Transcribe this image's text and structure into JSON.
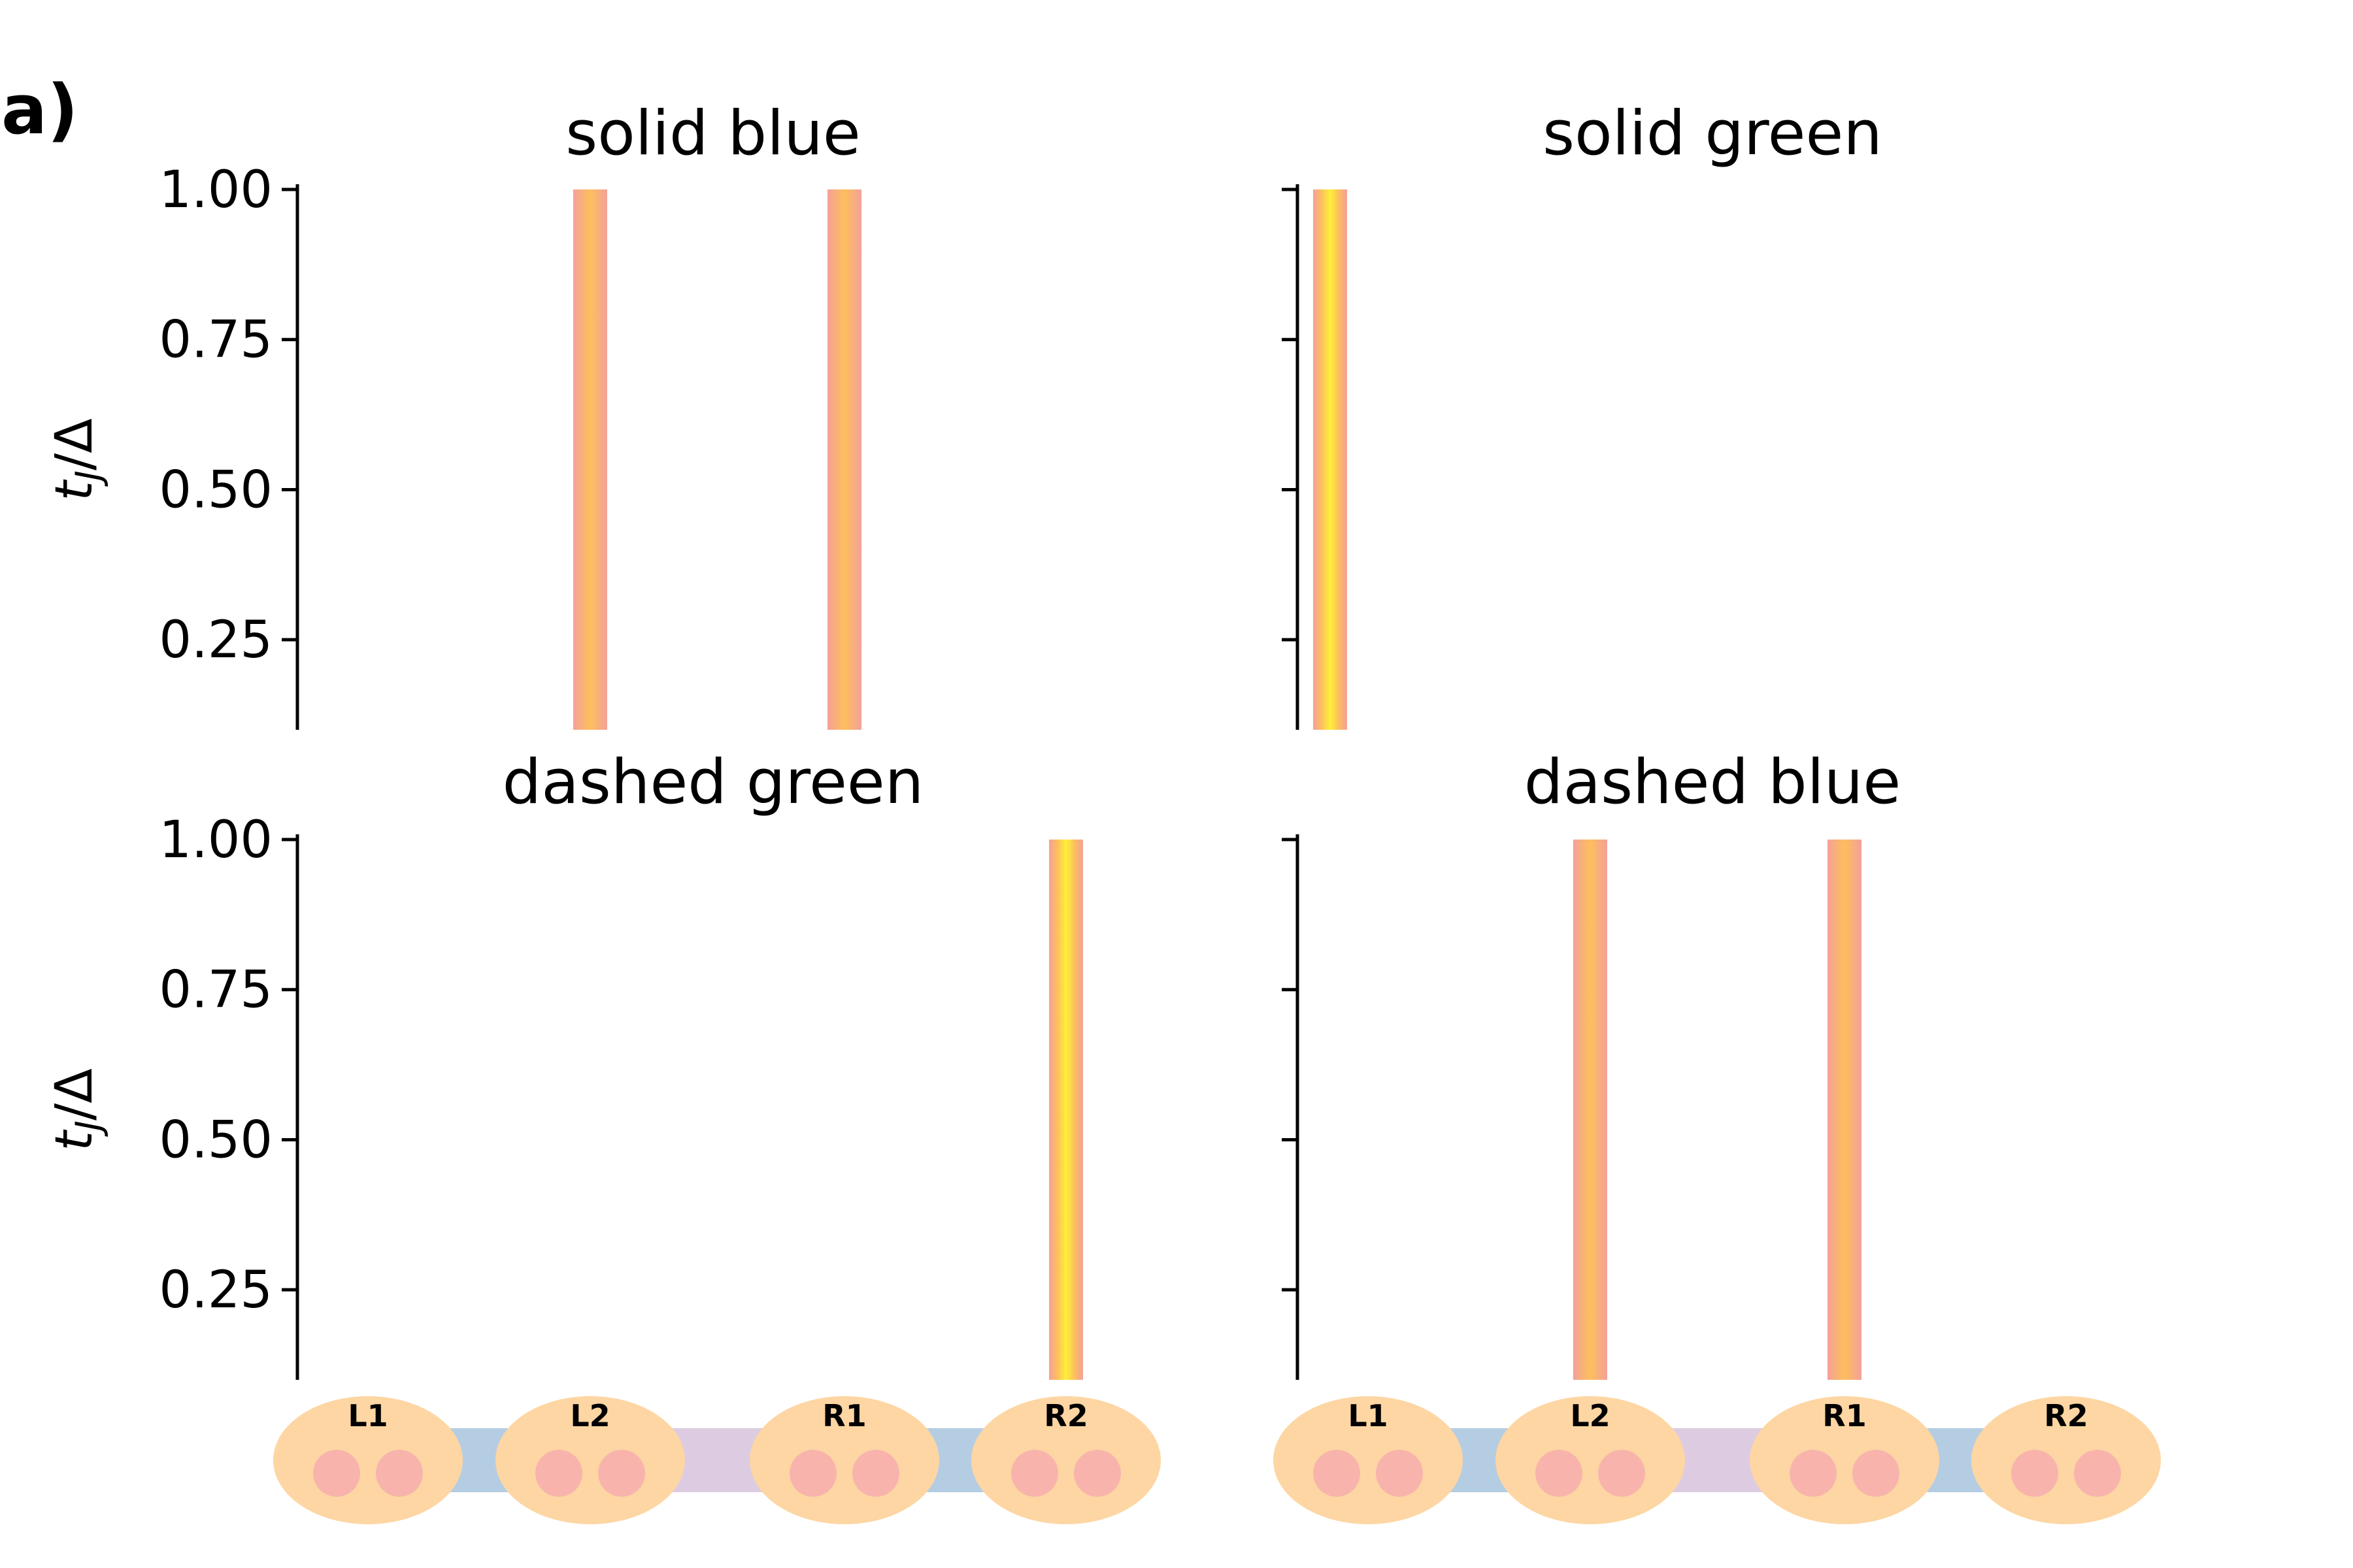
{
  "figure": {
    "panel_label": "a)",
    "colors": {
      "stripe_edge": "#f4a09a",
      "stripe_mid": "#fdbf5c",
      "stripe_center_bright": "#fdf03a",
      "axis": "#000000",
      "site": "#fdd6a3",
      "dot": "#f8b4ac",
      "bond_outer": "#b5cde3",
      "bond_middle": "#ddcbe2"
    },
    "site_labels": [
      "L1",
      "L2",
      "R1",
      "R2"
    ]
  },
  "chart_data": [
    {
      "type": "heatmap",
      "title": "solid blue",
      "ylabel": "t_J/Δ",
      "ylim": [
        0.1,
        1.0
      ],
      "yticks": [
        "1.00",
        "0.75",
        "0.50",
        "0.25"
      ],
      "y_ticks_labeled": true,
      "stripe_sites": [
        "L2",
        "R1"
      ],
      "stripe_style": "orange"
    },
    {
      "type": "heatmap",
      "title": "solid green",
      "ylabel": "",
      "ylim": [
        0.1,
        1.0
      ],
      "yticks": [
        "1.00",
        "0.75",
        "0.50",
        "0.25"
      ],
      "y_ticks_labeled": false,
      "stripe_sites": [
        "L1"
      ],
      "stripe_style": "yellow"
    },
    {
      "type": "heatmap",
      "title": "dashed green",
      "ylabel": "t_J/Δ",
      "ylim": [
        0.1,
        1.0
      ],
      "yticks": [
        "1.00",
        "0.75",
        "0.50",
        "0.25"
      ],
      "y_ticks_labeled": true,
      "stripe_sites": [
        "R2"
      ],
      "stripe_style": "yellow"
    },
    {
      "type": "heatmap",
      "title": "dashed blue",
      "ylabel": "",
      "ylim": [
        0.1,
        1.0
      ],
      "yticks": [
        "1.00",
        "0.75",
        "0.50",
        "0.25"
      ],
      "y_ticks_labeled": false,
      "stripe_sites": [
        "L2",
        "R1"
      ],
      "stripe_style": "orange"
    }
  ]
}
